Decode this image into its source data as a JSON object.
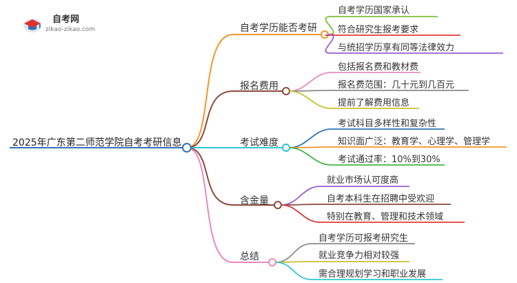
{
  "logo": {
    "title": "自考网",
    "subtitle": "zikao-zikao.com"
  },
  "root": {
    "label": "2025年广东第二师范学院自考考研信息"
  },
  "branches": [
    {
      "label": "自考学历能否考研",
      "color": "#f5952a",
      "leaves": [
        {
          "label": "自考学历国家承认",
          "color": "#7dbf3a"
        },
        {
          "label": "符合研究生报考要求",
          "color": "#e23a3a"
        },
        {
          "label": "与统招学历享有同等法律效力",
          "color": "#9a5cd0"
        }
      ]
    },
    {
      "label": "报名费用",
      "color": "#8a4a3a",
      "leaves": [
        {
          "label": "包括报名费和教材费",
          "color": "#e889c6"
        },
        {
          "label": "报名费范围：几十元到几百元",
          "color": "#8a8a8a"
        },
        {
          "label": "提前了解费用信息",
          "color": "#c9c12a"
        }
      ]
    },
    {
      "label": "考试难度",
      "color": "#2fc6d6",
      "leaves": [
        {
          "label": "考试科目多样性和复杂性",
          "color": "#2e74b6"
        },
        {
          "label": "知识面广泛：教育学、心理学、管理学",
          "color": "#f5952a"
        },
        {
          "label": "考试通过率：10%到30%",
          "color": "#44b544"
        }
      ]
    },
    {
      "label": "含金量",
      "color": "#8a4a3a",
      "leaves": [
        {
          "label": "就业市场认可度高",
          "color": "#9a5cd0"
        },
        {
          "label": "自考本科生在招聘中受欢迎",
          "color": "#8a4a3a"
        },
        {
          "label": "特别在教育、管理和技术领域",
          "color": "#e23a3a"
        }
      ]
    },
    {
      "label": "总结",
      "color": "#e889c6",
      "leaves": [
        {
          "label": "自考学历可报考研究生",
          "color": "#8a8a8a"
        },
        {
          "label": "就业竞争力相对较强",
          "color": "#c9c12a"
        },
        {
          "label": "需合理规划学习和职业发展",
          "color": "#2fc6d6"
        }
      ]
    }
  ],
  "root_line_color": "#2e74b6"
}
